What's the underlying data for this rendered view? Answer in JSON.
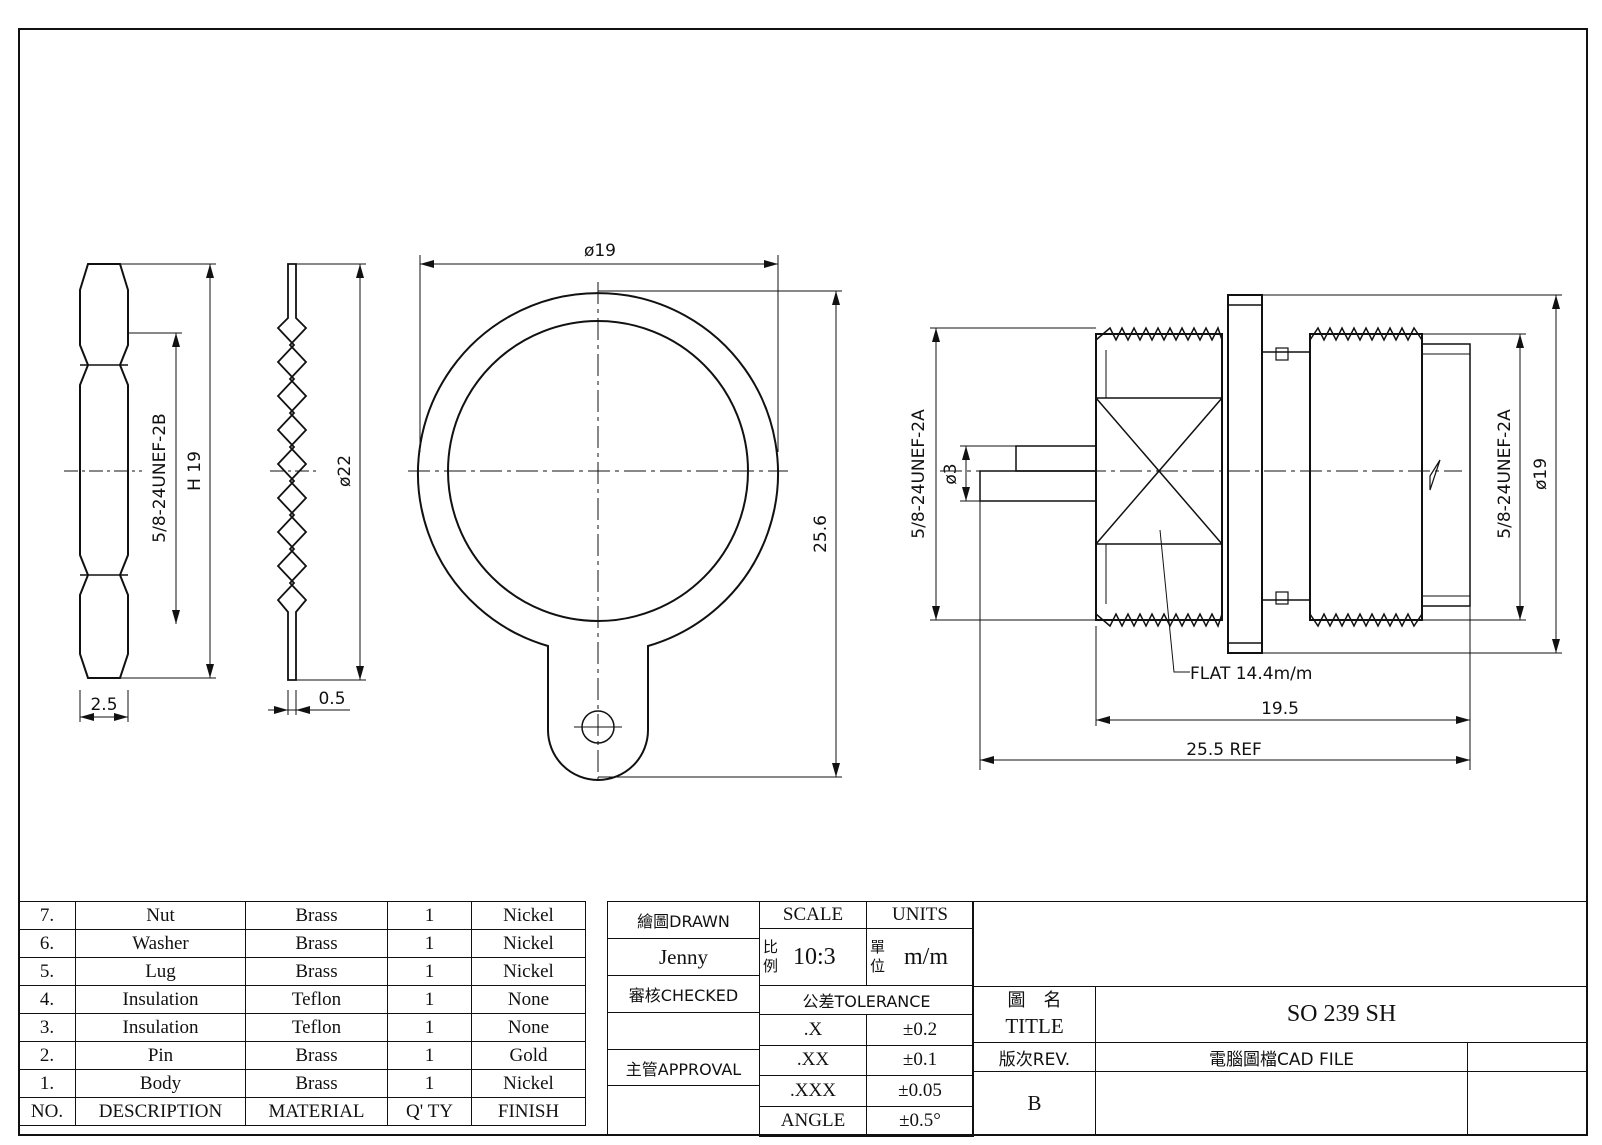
{
  "dimensions": {
    "nut_thread": "5/8-24UNEF-2B",
    "nut_hex": "H 19",
    "nut_thickness": "2.5",
    "washer_dia": "ø22",
    "washer_thickness": "0.5",
    "lug_dia": "ø19",
    "lug_length": "25.6",
    "body_thread_left": "5/8-24UNEF-2A",
    "body_thread_right": "5/8-24UNEF-2A",
    "pin_dia": "ø3",
    "body_dia": "ø19",
    "flat": "FLAT 14.4m/m",
    "body_length": "19.5",
    "overall_length": "25.5 REF"
  },
  "bom": {
    "rows": [
      {
        "no": "7.",
        "description": "Nut",
        "material": "Brass",
        "qty": "1",
        "finish": "Nickel"
      },
      {
        "no": "6.",
        "description": "Washer",
        "material": "Brass",
        "qty": "1",
        "finish": "Nickel"
      },
      {
        "no": "5.",
        "description": "Lug",
        "material": "Brass",
        "qty": "1",
        "finish": "Nickel"
      },
      {
        "no": "4.",
        "description": "Insulation",
        "material": "Teflon",
        "qty": "1",
        "finish": "None"
      },
      {
        "no": "3.",
        "description": "Insulation",
        "material": "Teflon",
        "qty": "1",
        "finish": "None"
      },
      {
        "no": "2.",
        "description": "Pin",
        "material": "Brass",
        "qty": "1",
        "finish": "Gold"
      },
      {
        "no": "1.",
        "description": "Body",
        "material": "Brass",
        "qty": "1",
        "finish": "Nickel"
      }
    ],
    "header": {
      "no": "NO.",
      "description": "DESCRIPTION",
      "material": "MATERIAL",
      "qty": "Q' TY",
      "finish": "FINISH"
    }
  },
  "signoff": {
    "drawn_label": "繪圖DRAWN",
    "drawn_by": "Jenny",
    "checked_label": "審核CHECKED",
    "approval_label": "主管APPROVAL",
    "scale_label": "SCALE",
    "units_label": "UNITS",
    "scale_cn": "比例",
    "scale_value": "10:3",
    "units_cn": "單位",
    "units_value": "m/m",
    "tolerance_label": "公差TOLERANCE",
    "tolerances": [
      {
        "key": ".X",
        "value": "±0.2"
      },
      {
        "key": ".XX",
        "value": "±0.1"
      },
      {
        "key": ".XXX",
        "value": "±0.05"
      },
      {
        "key": "ANGLE",
        "value": "±0.5°"
      }
    ]
  },
  "title_block": {
    "title_cn": "圖　名",
    "title_label": "TITLE",
    "title_value": "SO 239 SH",
    "rev_label": "版次REV.",
    "rev_value": "B",
    "cad_label": "電腦圖檔CAD FILE"
  }
}
